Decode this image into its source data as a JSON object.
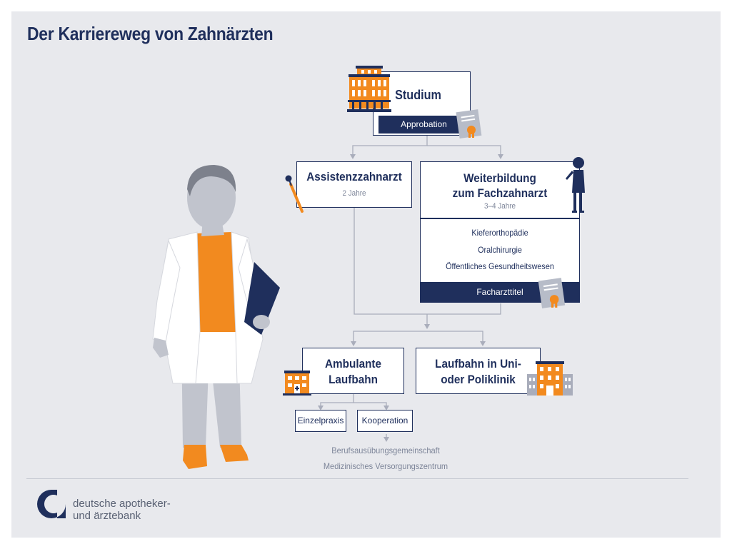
{
  "title": "Der Karriereweg von Zahnärzten",
  "studium": {
    "label": "Studium",
    "badge": "Approbation"
  },
  "assistenz": {
    "label": "Assistenzzahnarzt",
    "duration": "2 Jahre"
  },
  "weiterbildung": {
    "label_line1": "Weiterbildung",
    "label_line2": "zum Fachzahnarzt",
    "duration": "3–4 Jahre",
    "specialties": [
      "Kieferorthopädie",
      "Oralchirurgie",
      "Öffentliches Gesundheitswesen"
    ],
    "badge": "Facharzttitel"
  },
  "ambulant": {
    "line1": "Ambulante",
    "line2": "Laufbahn"
  },
  "klinik": {
    "line1": "Laufbahn in Uni-",
    "line2": "oder Poliklinik"
  },
  "einzelpraxis": "Einzelpraxis",
  "kooperation": "Kooperation",
  "notes": [
    "Berufsausübungsgemeinschaft",
    "Medizinisches Versorgungszentrum"
  ],
  "brand": {
    "line1": "deutsche apotheker-",
    "line2": "und ärztebank"
  },
  "colors": {
    "navy": "#1f2f5c",
    "orange": "#f28a1f",
    "gray": "#a9adbb",
    "background": "#e8e9ed"
  },
  "icons": [
    "university-building-icon",
    "certificate-icon",
    "dental-mirror-icon",
    "teacher-silhouette-icon",
    "practice-building-icon",
    "clinic-building-icon",
    "dentist-figure-illustration",
    "brand-logo-icon"
  ]
}
